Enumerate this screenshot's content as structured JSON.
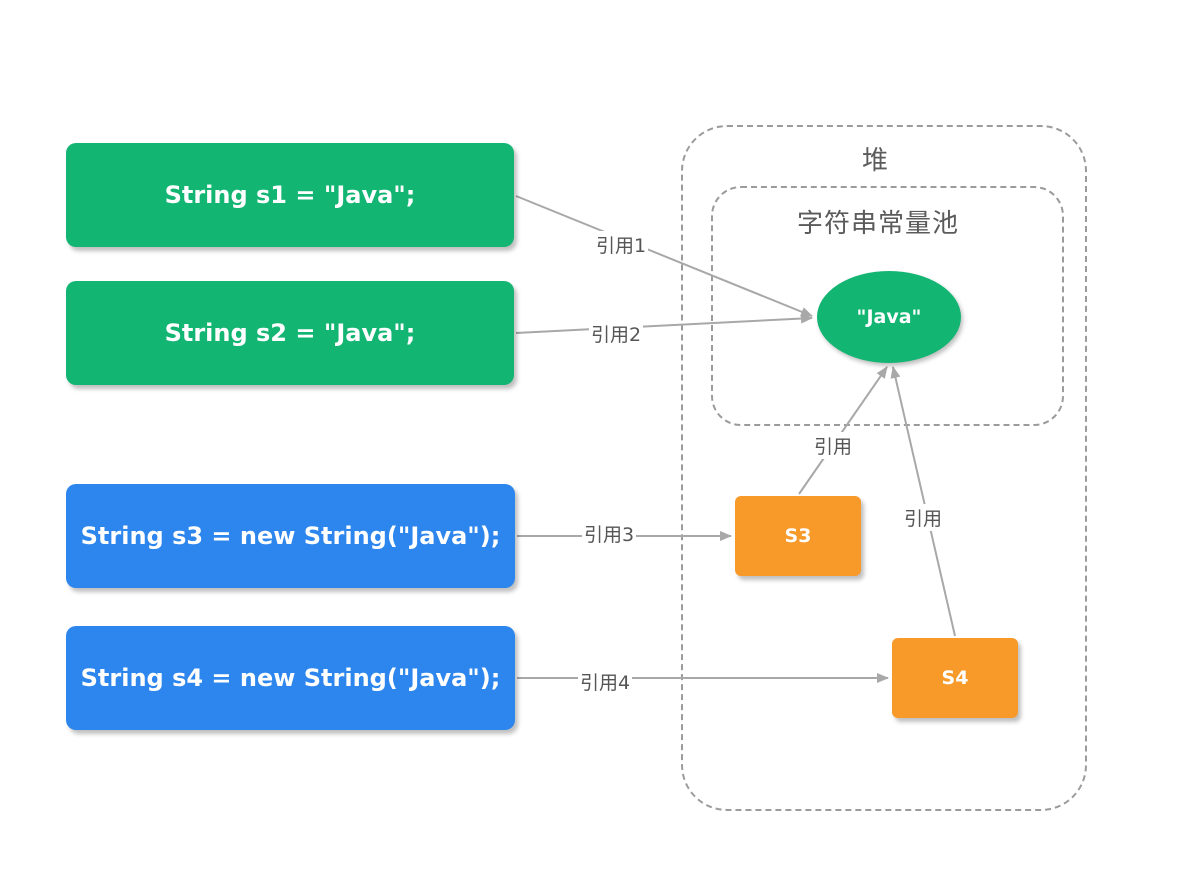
{
  "heap": {
    "title": "堆"
  },
  "string_pool": {
    "title": "字符串常量池",
    "literal": "\"Java\""
  },
  "code_boxes": [
    "String s1 = \"Java\";",
    "String s2 = \"Java\";",
    "String s3 = new String(\"Java\");",
    "String s4 = new String(\"Java\");"
  ],
  "objects": {
    "s3": "S3",
    "s4": "S4"
  },
  "edge_labels": {
    "ref1": "引用1",
    "ref2": "引用2",
    "ref3": "引用3",
    "ref4": "引用4",
    "s3_to_pool": "引用",
    "s4_to_pool": "引用"
  },
  "colors": {
    "literal_box": "#13b573",
    "object_box": "#2d86ee",
    "heap_object": "#f79a2a",
    "arrow": "#a8a8a8",
    "dashed_border": "#9b9b9b"
  }
}
